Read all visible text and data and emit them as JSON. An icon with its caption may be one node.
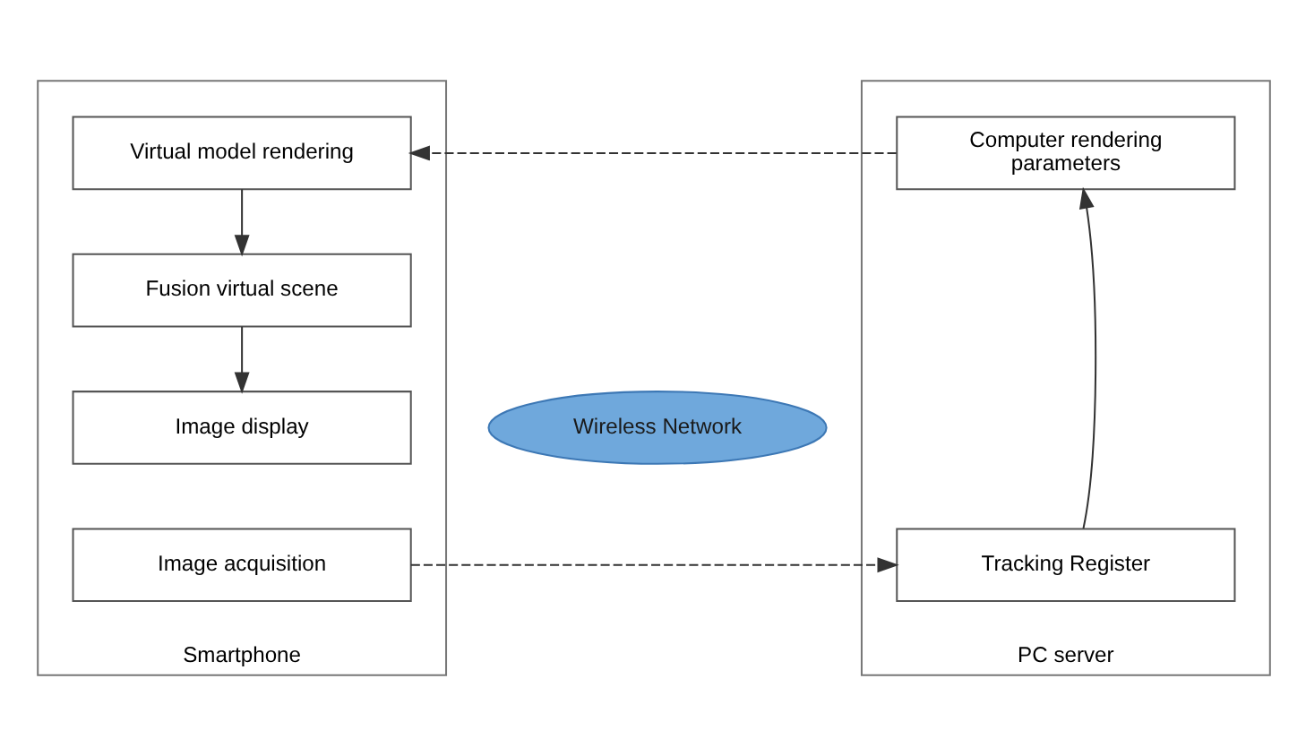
{
  "diagram": {
    "nodes": [
      {
        "text": [
          "Smartphone"
        ]
      },
      {
        "text": [
          "Virtual model rendering"
        ],
        "in": 0
      },
      {
        "text": [
          "Fusion virtual scene"
        ],
        "in": 0
      },
      {
        "text": [
          "Image display"
        ],
        "in": 0
      },
      {
        "text": [
          "Image acquisition"
        ],
        "in": 0
      },
      {
        "text": [
          "PC server"
        ]
      },
      {
        "text": [
          "Computer rendering parameters"
        ],
        "in": 5
      },
      {
        "text": [
          "Tracking Register"
        ],
        "in": 5
      },
      {
        "text": [
          "Wireless Network"
        ]
      }
    ],
    "edges": [
      {
        "from": 6,
        "to": 1,
        "arrow": "to",
        "style": "dashed"
      },
      {
        "from": 1,
        "to": 2,
        "arrow": "to"
      },
      {
        "from": 2,
        "to": 3,
        "arrow": "to"
      },
      {
        "from": 4,
        "to": 7,
        "arrow": "to",
        "style": "dashed"
      },
      {
        "from": 7,
        "to": 6,
        "arrow": "to"
      }
    ]
  }
}
